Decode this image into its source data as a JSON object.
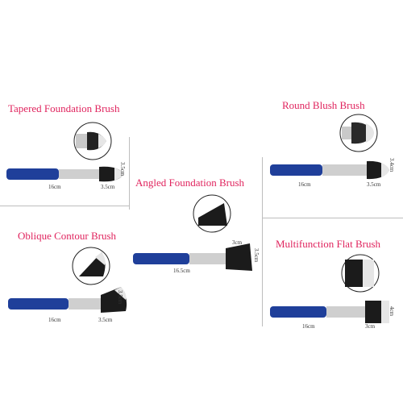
{
  "colors": {
    "title": "#e0245e",
    "handle": "#1f3f9a",
    "ferrule": "#c9c9c9",
    "bristle_dark": "#1b1b1b",
    "bristle_light": "#e6e6e6"
  },
  "brushes": [
    {
      "title": "Tapered Foundation Brush",
      "handle_length": "16cm",
      "ferrule_length": "3.5cm",
      "height": "3.5cm"
    },
    {
      "title": "Round Blush Brush",
      "handle_length": "16cm",
      "ferrule_length": "3.5cm",
      "height": "3.4cm"
    },
    {
      "title": "Angled Foundation Brush",
      "handle_length": "16.5cm",
      "ferrule_length": "3cm",
      "height": "3.5cm"
    },
    {
      "title": "Oblique Contour Brush",
      "handle_length": "16cm",
      "ferrule_length": "3.5cm",
      "height": "3.5cm"
    },
    {
      "title": "Multifunction Flat Brush",
      "handle_length": "16cm",
      "ferrule_length": "3cm",
      "height": "4cm"
    }
  ]
}
